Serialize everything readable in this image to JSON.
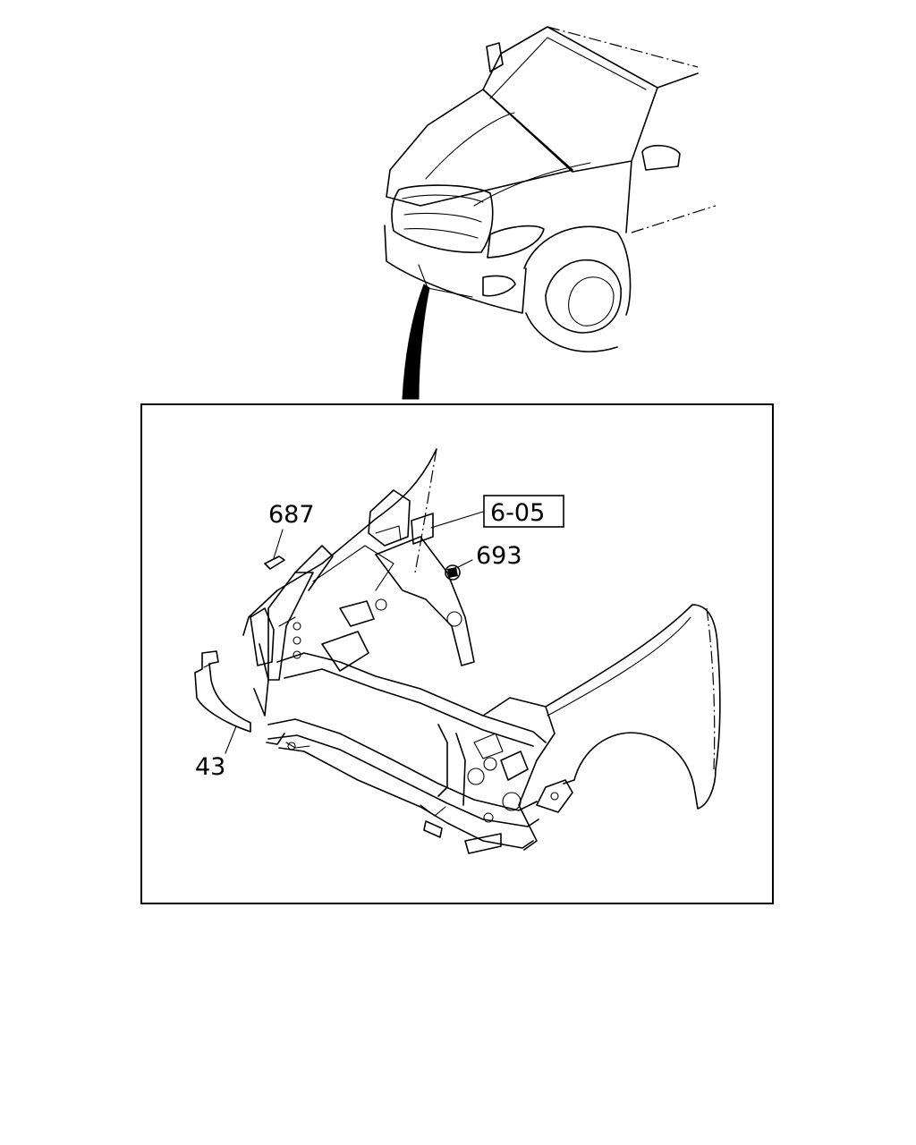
{
  "callouts": {
    "part_687": "687",
    "ref_605": "6-05",
    "part_693": "693",
    "part_43": "43"
  },
  "colors": {
    "line": "#000000",
    "background": "#ffffff"
  }
}
